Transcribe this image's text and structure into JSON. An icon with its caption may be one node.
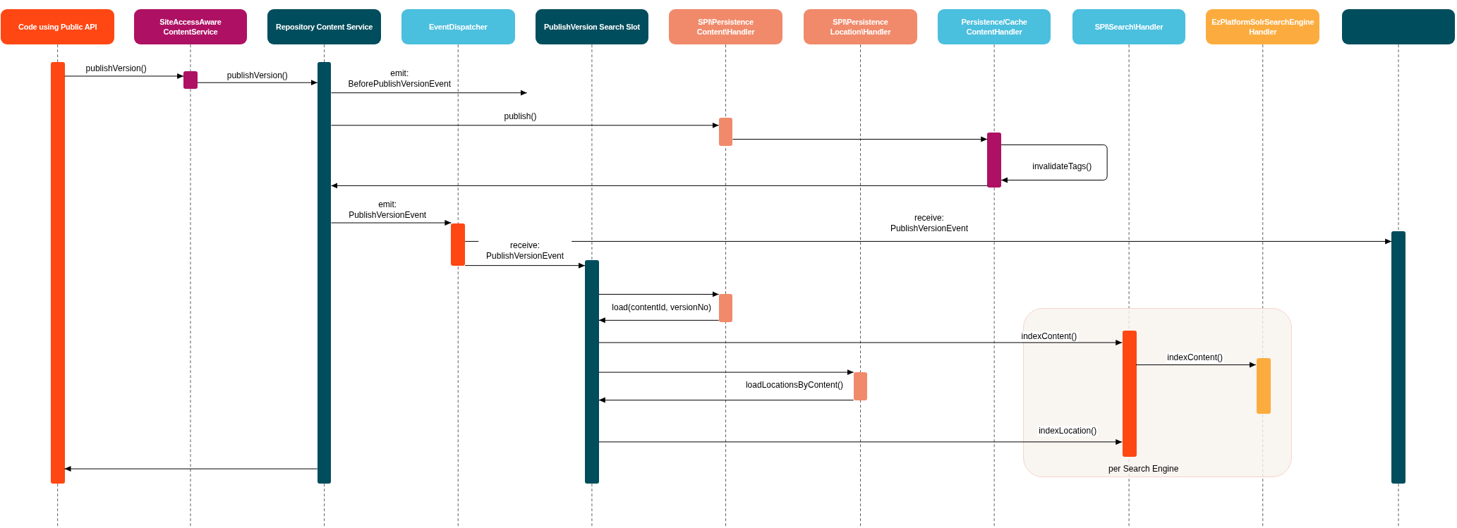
{
  "diagram": {
    "nodes": [
      {
        "text": [
          "Code using Public API"
        ]
      },
      {
        "text": [
          "SiteAccessAware ContentService"
        ]
      },
      {
        "text": [
          "Repository Content Service"
        ]
      },
      {
        "text": [
          "EventDispatcher"
        ]
      },
      {
        "text": [
          "PublishVersion Search Slot"
        ]
      },
      {
        "text": [
          "SPI\\Persistence Content\\Handler"
        ]
      },
      {
        "text": [
          "SPI\\Persistence Location\\Handler"
        ]
      },
      {
        "text": [
          "Persistence/Cache ContentHandler"
        ]
      },
      {
        "text": [
          "SPI\\Search\\Handler"
        ]
      },
      {
        "text": [
          "EzPlatformSolrSearchEngine Handler"
        ]
      },
      {
        "text": [],
        "shape": "box"
      },
      {
        "text": [],
        "shape": "bar"
      },
      {
        "text": [],
        "shape": "bar"
      },
      {
        "text": [],
        "shape": "bar"
      },
      {
        "text": [],
        "shape": "bar"
      },
      {
        "text": [],
        "shape": "bar"
      },
      {
        "text": [],
        "shape": "bar"
      },
      {
        "text": [],
        "shape": "bar"
      },
      {
        "text": [],
        "shape": "bar"
      },
      {
        "text": [],
        "shape": "bar"
      },
      {
        "text": [],
        "shape": "bar"
      },
      {
        "text": [
          "per Search Engine"
        ]
      },
      {
        "text": [],
        "shape": "bar",
        "in": 21
      },
      {
        "text": [],
        "shape": "bar",
        "in": 21
      }
    ],
    "edges": [
      {
        "from": 11,
        "to": 12,
        "arrow": "to",
        "label": "publishVersion()"
      },
      {
        "from": 12,
        "to": 13,
        "arrow": "to",
        "label": "publishVersion()"
      },
      {
        "from": 13,
        "to": null,
        "arrow": "to",
        "label": "emit: BeforePublishVersionEvent"
      },
      {
        "from": 13,
        "to": 14,
        "arrow": "to",
        "label": "publish()"
      },
      {
        "from": 14,
        "to": 15,
        "arrow": "to"
      },
      {
        "from": 15,
        "to": 15,
        "arrow": "to",
        "label": "invalidateTags()"
      },
      {
        "from": 15,
        "to": 13,
        "arrow": "to"
      },
      {
        "from": 13,
        "to": 16,
        "arrow": "to",
        "label": "emit: PublishVersionEvent"
      },
      {
        "from": 16,
        "to": 17,
        "arrow": "to",
        "label": "receive: PublishVersionEvent"
      },
      {
        "from": 16,
        "to": 18,
        "arrow": "to",
        "label": "receive: PublishVersionEvent"
      },
      {
        "from": 18,
        "to": 19,
        "arrow": "to"
      },
      {
        "from": 19,
        "to": 18,
        "arrow": "to",
        "label": "load(contentId, versionNo)"
      },
      {
        "from": 18,
        "to": 22,
        "arrow": "to",
        "label": "indexContent()"
      },
      {
        "from": 22,
        "to": 23,
        "arrow": "to",
        "label": "indexContent()"
      },
      {
        "from": 18,
        "to": 20,
        "arrow": "to"
      },
      {
        "from": 20,
        "to": 18,
        "arrow": "to",
        "label": "loadLocationsByContent()"
      },
      {
        "from": 18,
        "to": 22,
        "arrow": "to",
        "label": "indexLocation()"
      },
      {
        "from": 13,
        "to": 11,
        "arrow": "to"
      }
    ]
  }
}
